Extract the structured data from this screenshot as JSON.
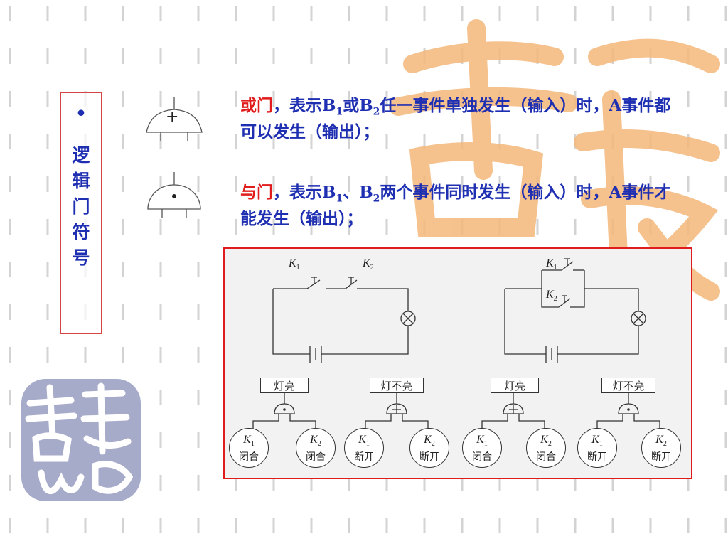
{
  "sidebar": {
    "bullet": "•",
    "title_chars": [
      "逻",
      "辑",
      "门",
      "符",
      "号"
    ]
  },
  "gates": {
    "or_symbol": "+",
    "and_symbol": "•"
  },
  "or_text": {
    "keyword": "或门",
    "p1": "，表示B",
    "s1": "1",
    "p2": "或B",
    "s2": "2",
    "p3": "任一事件单独发生（输入）时，A事件都可以发生（输出）；"
  },
  "and_text": {
    "keyword": "与门",
    "p1": "，表示B",
    "s1": "1",
    "p2": "、B",
    "s2": "2",
    "p3": "两个事件同时发生（输入）时，A事件才能发生（输出）；"
  },
  "figure": {
    "switch_labels": {
      "k": "K",
      "sub1": "1",
      "sub2": "2"
    },
    "result_boxes": [
      "灯亮",
      "灯不亮",
      "灯亮",
      "灯不亮"
    ],
    "inputs": [
      {
        "k": "K",
        "sub": "1",
        "state": "闭合"
      },
      {
        "k": "K",
        "sub": "2",
        "state": "闭合"
      },
      {
        "k": "K",
        "sub": "1",
        "state": "断开"
      },
      {
        "k": "K",
        "sub": "2",
        "state": "断开"
      },
      {
        "k": "K",
        "sub": "1",
        "state": "闭合"
      },
      {
        "k": "K",
        "sub": "2",
        "state": "闭合"
      },
      {
        "k": "K",
        "sub": "1",
        "state": "断开"
      },
      {
        "k": "K",
        "sub": "2",
        "state": "断开"
      }
    ]
  },
  "colors": {
    "blue": "#1f2fb2",
    "red": "#e01c1c",
    "seal_orange": "#f4b77a",
    "seal_grey": "#9fa4c2"
  }
}
